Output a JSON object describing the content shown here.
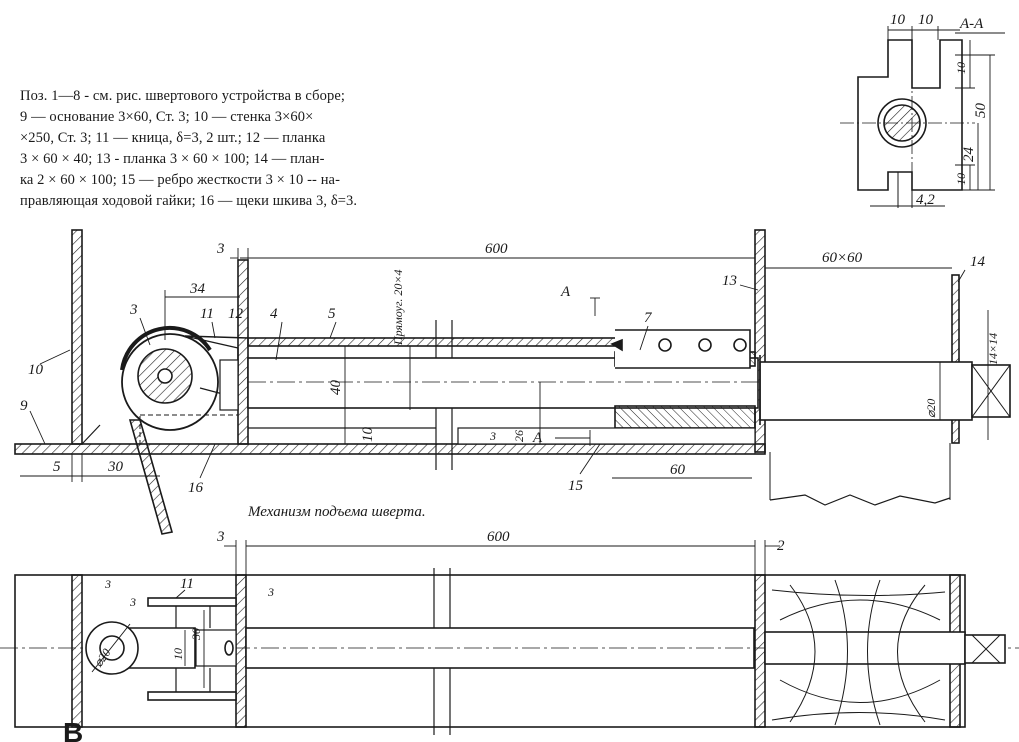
{
  "caption": {
    "lines": [
      "Поз. 1—8 - см. рис. швертового устройства в сборе;",
      "9 — основание 3×60, Ст. 3; 10 — стенка 3×60×",
      "×250, Ст. 3; 11 — кница, δ=3, 2 шт.; 12 — планка",
      "3 × 60 × 40; 13 - планка 3 × 60 × 100; 14 — план-",
      "ка 2 × 60 × 100; 15 — ребро жесткости 3 × 10 -- на-",
      "правляющая ходовой гайки; 16 — щеки шкива 3, δ=3."
    ]
  },
  "section": {
    "title": "А-А",
    "dims": {
      "top_left": "10",
      "top_right": "10",
      "notch_top": "10",
      "total": "50",
      "lower": "24",
      "notch_bottom": "10",
      "slot": "4,2"
    }
  },
  "side_view": {
    "title": "Механизм подъема шверта.",
    "dims": {
      "d3": "3",
      "d600": "600",
      "d34": "34",
      "d60x60": "60×60",
      "d14x14": "14×14",
      "d40": "40",
      "d10": "10",
      "d26": "26",
      "d20": "⌀20",
      "d60": "60",
      "d5": "5",
      "d30": "30",
      "rect": "Прямоуг. 20×4",
      "weld": "3",
      "sectionA1": "А",
      "sectionA2": "А"
    },
    "parts": {
      "p3": "3",
      "p4": "4",
      "p5": "5",
      "p7": "7",
      "p9": "9",
      "p10": "10",
      "p11": "11",
      "p12": "12",
      "p13": "13",
      "p14": "14",
      "p15": "15",
      "p16": "16"
    }
  },
  "plan_view": {
    "dims": {
      "d3": "3",
      "d600": "600",
      "d2": "2",
      "weld1": "3",
      "weld2": "3",
      "weld3": "3",
      "d20": "⌀20",
      "d10": "10",
      "d30": "30"
    },
    "parts": {
      "p11": "11"
    }
  },
  "footer_fragment": "В"
}
